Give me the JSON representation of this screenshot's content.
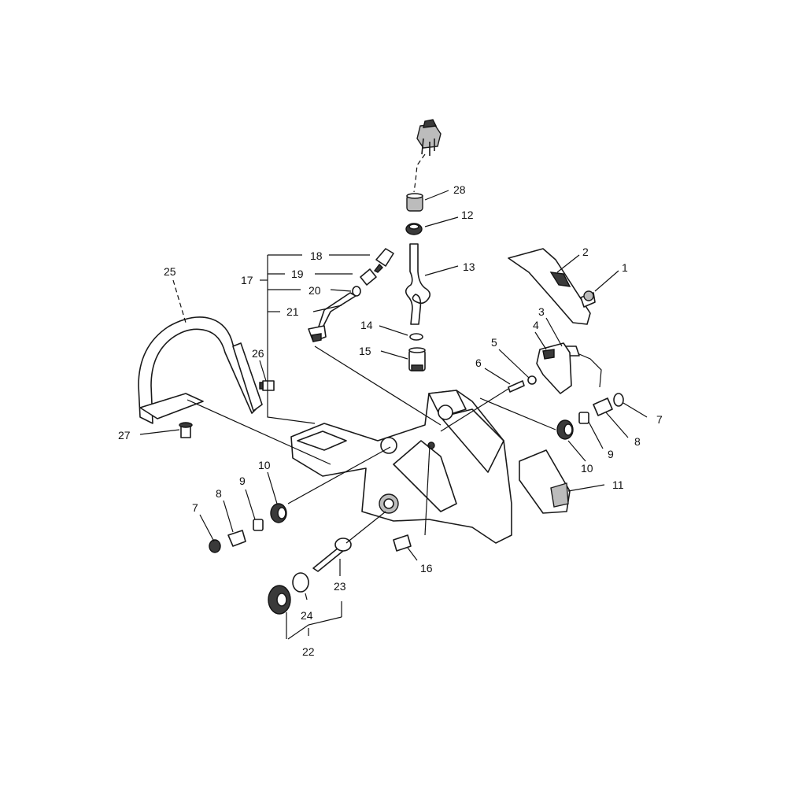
{
  "callouts": {
    "c1": "1",
    "c2": "2",
    "c3": "3",
    "c4": "4",
    "c5": "5",
    "c6": "6",
    "c7a": "7",
    "c7b": "7",
    "c8a": "8",
    "c8b": "8",
    "c9a": "9",
    "c9b": "9",
    "c10a": "10",
    "c10b": "10",
    "c11": "11",
    "c12": "12",
    "c13": "13",
    "c14": "14",
    "c15": "15",
    "c16": "16",
    "c17": "17",
    "c18": "18",
    "c19": "19",
    "c20": "20",
    "c21": "21",
    "c22": "22",
    "c23": "23",
    "c24": "24",
    "c25": "25",
    "c26": "26",
    "c27": "27",
    "c28": "28"
  }
}
